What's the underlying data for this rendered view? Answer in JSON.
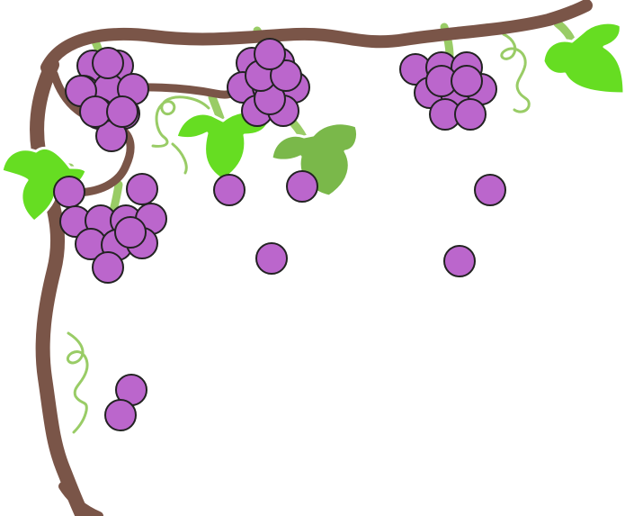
{
  "scene": {
    "background": "#ffffff",
    "colors": {
      "vine": "#7a5548",
      "grape": "#bb66cc",
      "grape_outline": "#222222",
      "leaf_light": "#66dd22",
      "leaf_dark": "#7ab84a",
      "stem": "#99cc66",
      "leaf_outline": "#ffffff"
    },
    "clusters": [
      {
        "name": "top-left",
        "grapes": 12
      },
      {
        "name": "top-middle",
        "grapes": 11
      },
      {
        "name": "top-right",
        "grapes": 10
      },
      {
        "name": "left-middle",
        "grapes": 11
      }
    ],
    "loose_grapes": 8,
    "leaves": 5,
    "tendrils": 4
  }
}
